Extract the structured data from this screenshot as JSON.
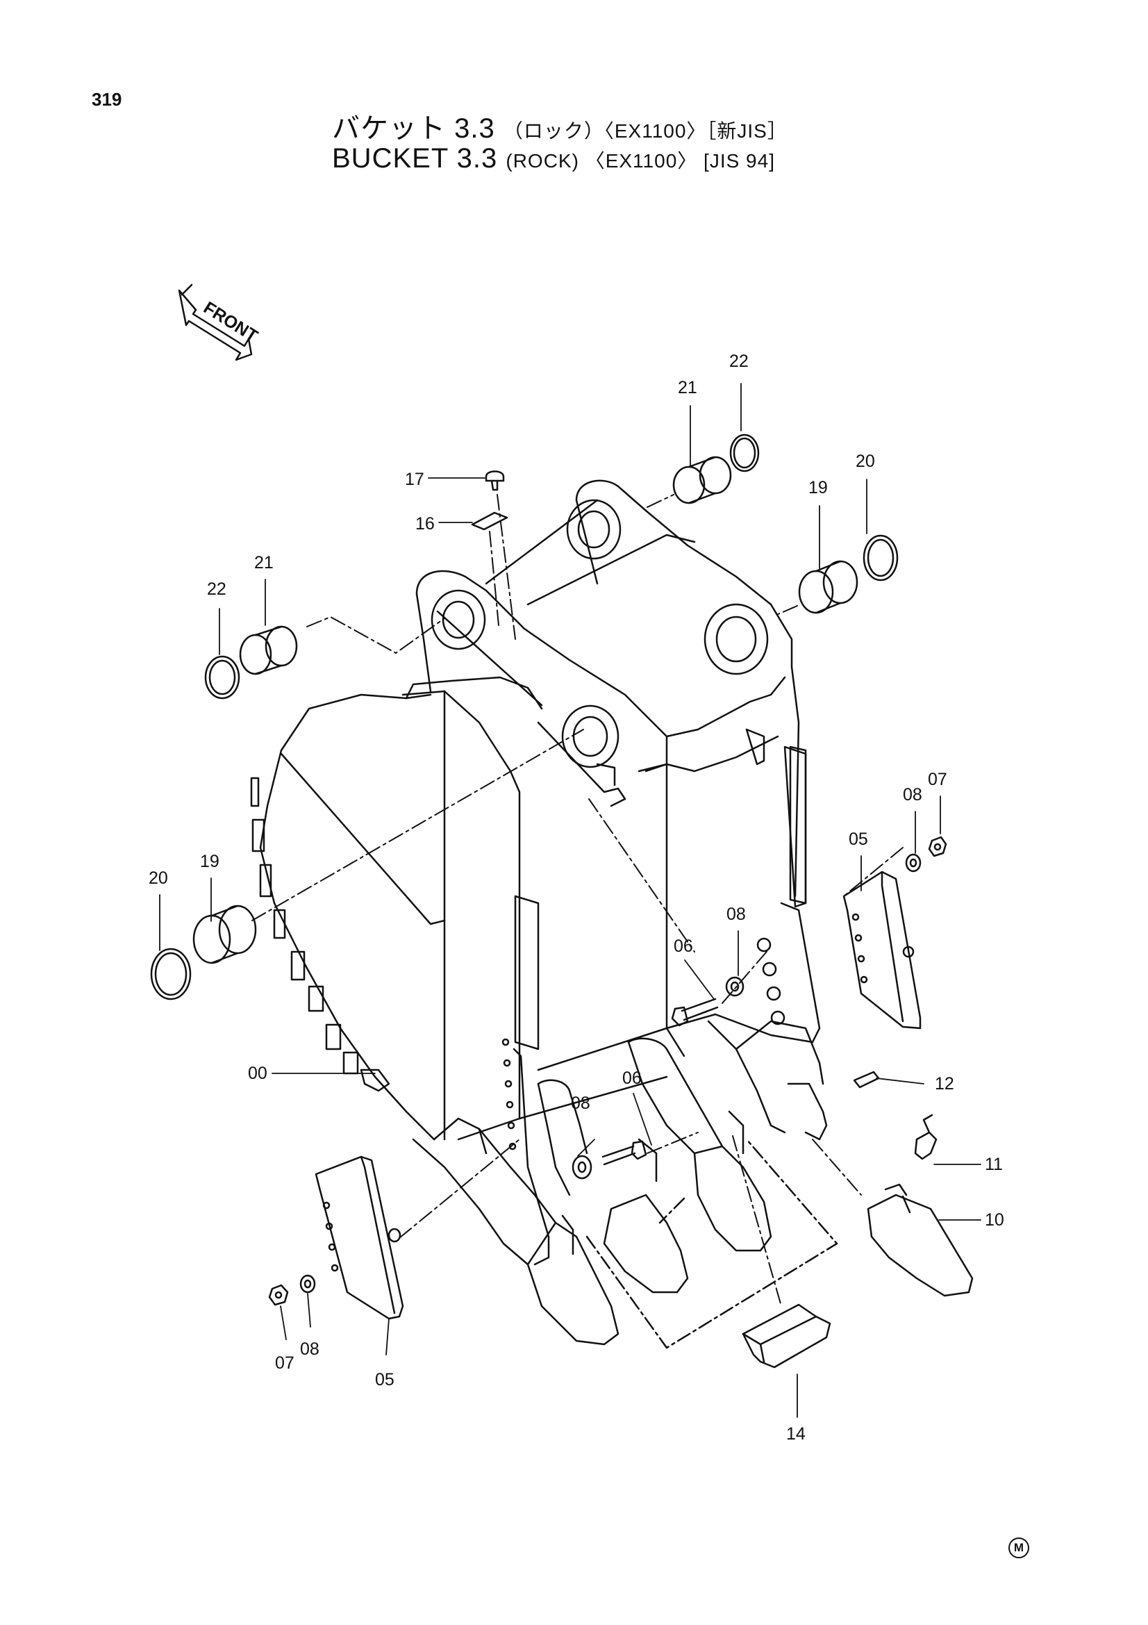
{
  "page": {
    "number": "319"
  },
  "title": {
    "jp_main": "バケット 3.3",
    "jp_type": "（ロック）〈EX1100〉［新JIS］",
    "en_main": "BUCKET 3.3",
    "en_type": "(ROCK) 〈EX1100〉 [JIS 94]"
  },
  "front_arrow": {
    "text": "FRONT"
  },
  "parts": [
    {
      "id": "p22a",
      "text": "22"
    },
    {
      "id": "p21a",
      "text": "21"
    },
    {
      "id": "p20a",
      "text": "20"
    },
    {
      "id": "p19a",
      "text": "19"
    },
    {
      "id": "p17",
      "text": "17"
    },
    {
      "id": "p16",
      "text": "16"
    },
    {
      "id": "p21b",
      "text": "21"
    },
    {
      "id": "p22b",
      "text": "22"
    },
    {
      "id": "p07a",
      "text": "07"
    },
    {
      "id": "p08a",
      "text": "08"
    },
    {
      "id": "p05a",
      "text": "05"
    },
    {
      "id": "p19b",
      "text": "19"
    },
    {
      "id": "p20b",
      "text": "20"
    },
    {
      "id": "p08b",
      "text": "08"
    },
    {
      "id": "p06a",
      "text": "06"
    },
    {
      "id": "p00",
      "text": "00"
    },
    {
      "id": "p12",
      "text": "12"
    },
    {
      "id": "p06b",
      "text": "06"
    },
    {
      "id": "p08c",
      "text": "08"
    },
    {
      "id": "p11",
      "text": "11"
    },
    {
      "id": "p10",
      "text": "10"
    },
    {
      "id": "p08d",
      "text": "08"
    },
    {
      "id": "p07b",
      "text": "07"
    },
    {
      "id": "p05b",
      "text": "05"
    },
    {
      "id": "p14",
      "text": "14"
    }
  ],
  "copyright_mark": "M"
}
